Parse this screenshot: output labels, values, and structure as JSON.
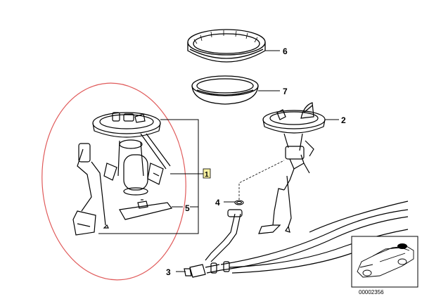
{
  "callouts": {
    "c1": "1",
    "c2": "2",
    "c3": "3",
    "c4": "4",
    "c5": "5",
    "c6": "6",
    "c7": "7"
  },
  "reference_code": "00002356",
  "colors": {
    "line": "#000000",
    "highlight_ellipse": "#e05a5a",
    "highlight_box_fill": "#f7f0a0"
  }
}
